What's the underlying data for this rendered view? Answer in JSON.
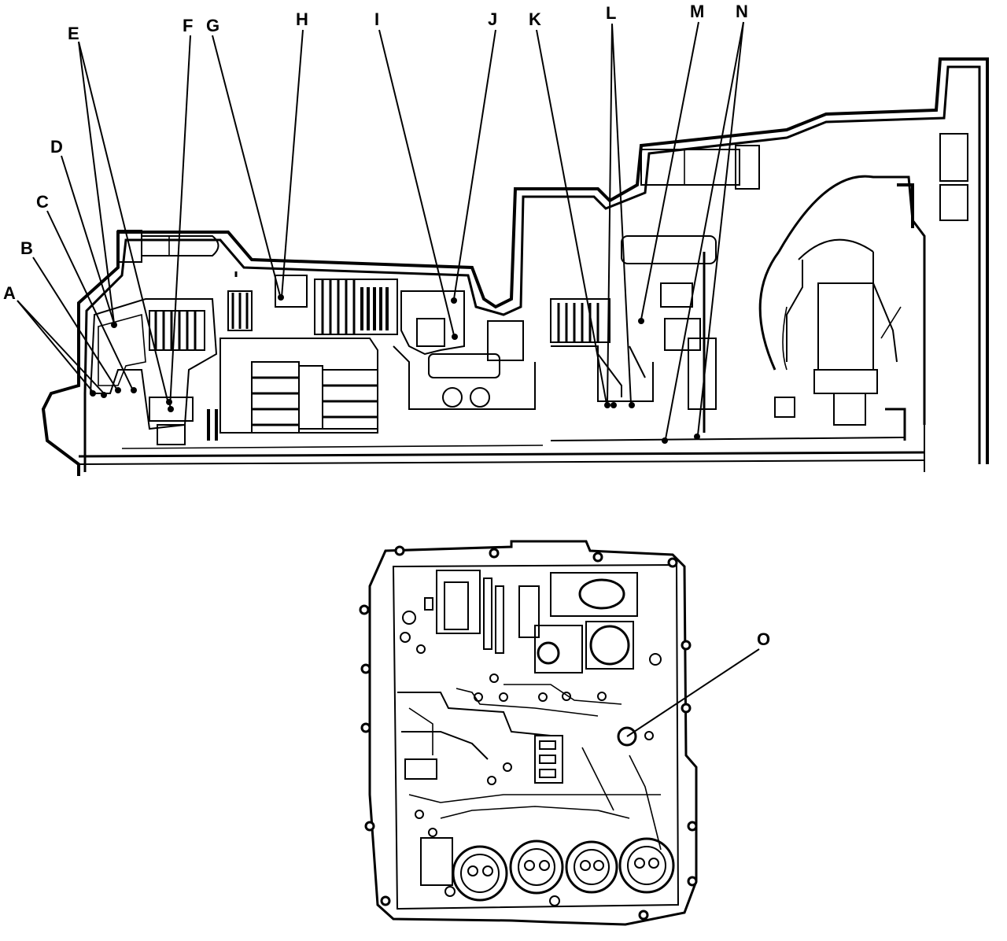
{
  "diagram": {
    "labels": [
      "A",
      "B",
      "C",
      "D",
      "E",
      "F",
      "G",
      "H",
      "I",
      "J",
      "K",
      "L",
      "M",
      "N",
      "O"
    ],
    "line_color": "#000000",
    "background": "#ffffff"
  }
}
